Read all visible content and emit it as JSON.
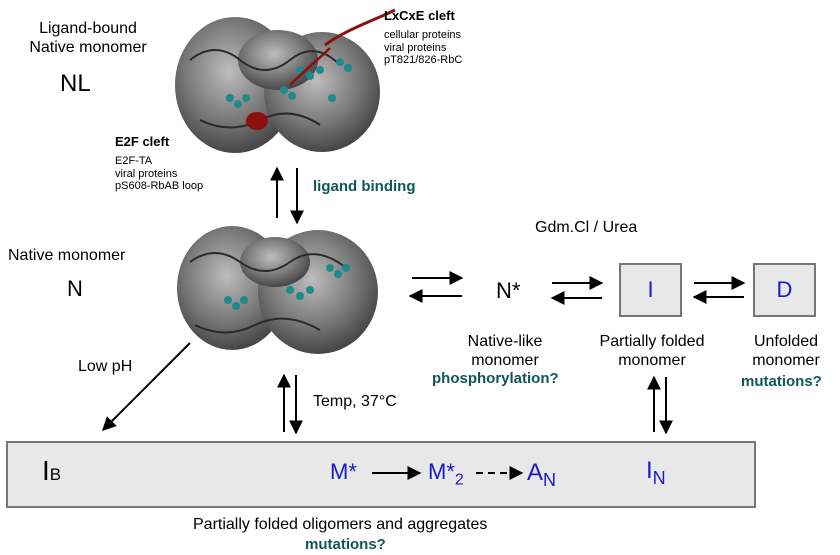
{
  "colors": {
    "teal": "#0f5757",
    "blue": "#1a1acc",
    "box_fill": "#e8e8e8",
    "box_border": "#777777",
    "protein": "#6b6b6b",
    "helix": "#1f8a8a",
    "ligand_red": "#8b1010"
  },
  "states": {
    "nl": {
      "title_line1": "Ligand-bound",
      "title_line2": "Native monomer",
      "symbol": "NL"
    },
    "n": {
      "title": "Native monomer",
      "symbol": "N"
    },
    "nstar": {
      "symbol": "N*",
      "desc_line1": "Native-like",
      "desc_line2": "monomer",
      "modifier": "phosphorylation?"
    },
    "i": {
      "symbol": "I",
      "desc_line1": "Partially folded",
      "desc_line2": "monomer"
    },
    "d": {
      "symbol": "D",
      "desc_line1": "Unfolded",
      "desc_line2": "monomer",
      "modifier": "mutations?"
    }
  },
  "lxcxe": {
    "title": "LxCxE cleft",
    "items": [
      "cellular proteins",
      "viral proteins",
      "pT821/826-RbC"
    ]
  },
  "e2f": {
    "title": "E2F cleft",
    "items": [
      "E2F-TA",
      "viral proteins",
      "pS608-RbAB loop"
    ]
  },
  "conditions": {
    "ligand_binding": "ligand binding",
    "denaturant": "Gdm.Cl / Urea",
    "low_ph": "Low pH",
    "temp": "Temp, 37°C"
  },
  "aggregates": {
    "ib": "I",
    "ib_sub": "B",
    "mstar": "M*",
    "m2": "M*",
    "m2_sub": "2",
    "an": "A",
    "an_sub": "N",
    "in": "I",
    "in_sub": "N",
    "caption": "Partially folded oligomers and aggregates",
    "modifier": "mutations?"
  }
}
